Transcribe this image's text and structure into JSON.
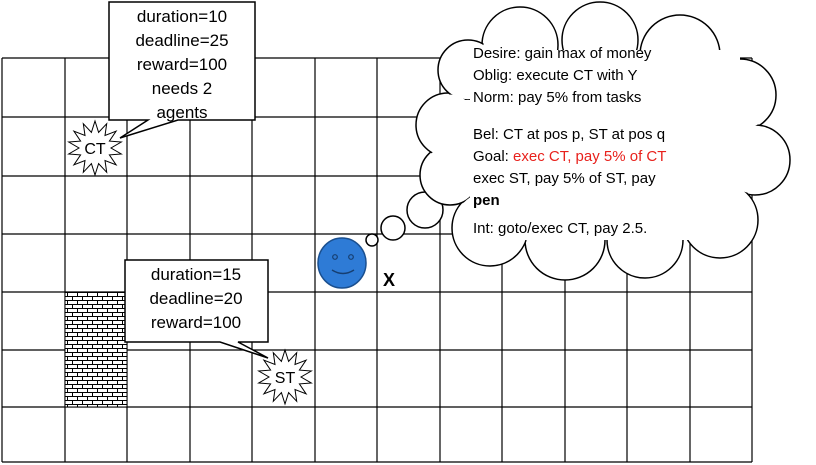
{
  "tasks": {
    "ct": {
      "label": "CT",
      "lines": [
        "duration=10",
        "deadline=25",
        "reward=100",
        "needs 2",
        "agents"
      ]
    },
    "st": {
      "label": "ST",
      "lines": [
        "duration=15",
        "deadline=20",
        "reward=100"
      ]
    }
  },
  "agent": {
    "label": "X",
    "color": "#2e7bd6"
  },
  "thought": {
    "desire": "Desire: gain max of money",
    "oblig": "Oblig: execute CT with Y",
    "norm": "Norm: pay 5% from tasks",
    "bel": "Bel: CT at pos p, ST at pos q",
    "goal_prefix": "Goal: ",
    "goal_line1": "exec CT, pay 5% of CT",
    "goal_line2": "exec ST, pay 5% of ST, pay",
    "goal_line3": "pen",
    "int": "Int: goto/exec CT, pay 2.5."
  },
  "colors": {
    "highlight": "#e8211c",
    "grid": "#000000"
  }
}
